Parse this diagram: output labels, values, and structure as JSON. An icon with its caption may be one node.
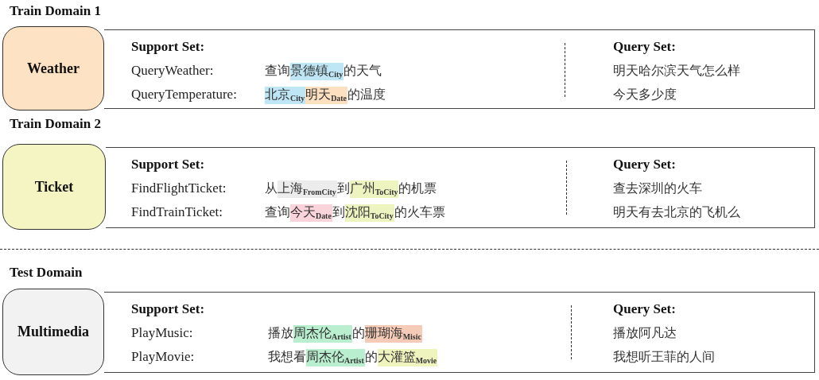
{
  "diagram": {
    "nodes": [
      {
        "text": [
          "Weather"
        ]
      },
      {
        "text": [
          "Support Set:",
          "QueryWeather:",
          "查询景德镇$_{City}$的天气",
          "QueryTemperature:",
          "北京$_{City}$明天$_{Date}$的温度",
          "Query Set:",
          "明天哈尔滨天气怎么样",
          "今天多少度"
        ]
      },
      {
        "text": [
          "Ticket"
        ]
      },
      {
        "text": [
          "Support Set:",
          "FindFlightTicket:",
          "从上海$_{FromCity}$到广州$_{ToCity}$的机票",
          "FindTrainTicket:",
          "查询今天$_{Date}$到沈阳$_{ToCity}$的火车票",
          "Query Set:",
          "查去深圳的火车",
          "明天有去北京的飞机么"
        ]
      },
      {
        "text": [
          "Multimedia"
        ]
      },
      {
        "text": [
          "Support Set:",
          "PlayMusic:",
          "播放周杰伦$_{Artist}$的珊瑚海$_{Misic}$",
          "PlayMovie:",
          "我想看周杰伦$_{Artist}$的大灌篮$_{Movie}$",
          "Query Set:",
          "播放阿凡达",
          "我想听王菲的人间"
        ]
      }
    ],
    "labels": [
      "Train Domain 1",
      "Train Domain 2",
      "Test Domain"
    ]
  }
}
